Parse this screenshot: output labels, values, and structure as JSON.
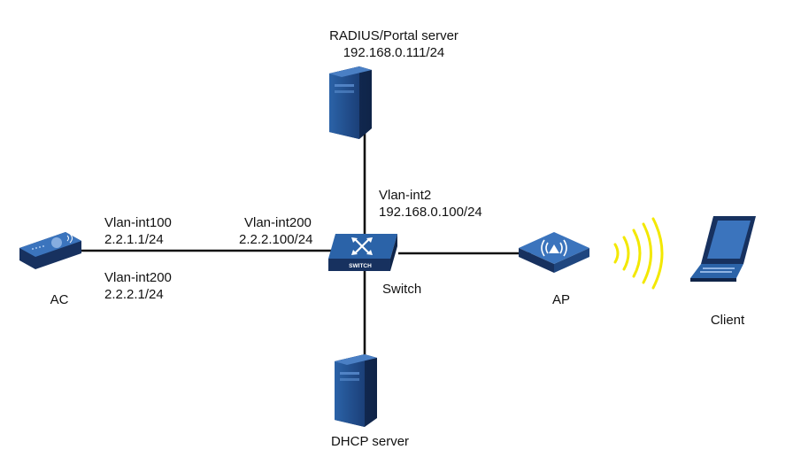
{
  "colors": {
    "link": "#111111",
    "device_dark": "#17315f",
    "device_mid": "#2b63a8",
    "device_light": "#5c8fd1",
    "wifi": "#f3e800"
  },
  "nodes": {
    "radius": {
      "name": "RADIUS/Portal server",
      "ip": "192.168.0.111/24",
      "icon": "server-icon"
    },
    "dhcp": {
      "name": "DHCP server",
      "icon": "server-icon"
    },
    "switch": {
      "name": "Switch",
      "badge": "SWITCH",
      "icon": "switch-icon"
    },
    "ac": {
      "name": "AC",
      "icon": "access-controller-icon"
    },
    "ap": {
      "name": "AP",
      "icon": "access-point-icon"
    },
    "client": {
      "name": "Client",
      "icon": "laptop-icon"
    }
  },
  "interfaces": {
    "ac_vlan100": {
      "name": "Vlan-int100",
      "ip": "2.2.1.1/24"
    },
    "ac_vlan200": {
      "name": "Vlan-int200",
      "ip": "2.2.2.1/24"
    },
    "switch_vlan200": {
      "name": "Vlan-int200",
      "ip": "2.2.2.100/24"
    },
    "switch_vlan2": {
      "name": "Vlan-int2",
      "ip": "192.168.0.100/24"
    }
  }
}
